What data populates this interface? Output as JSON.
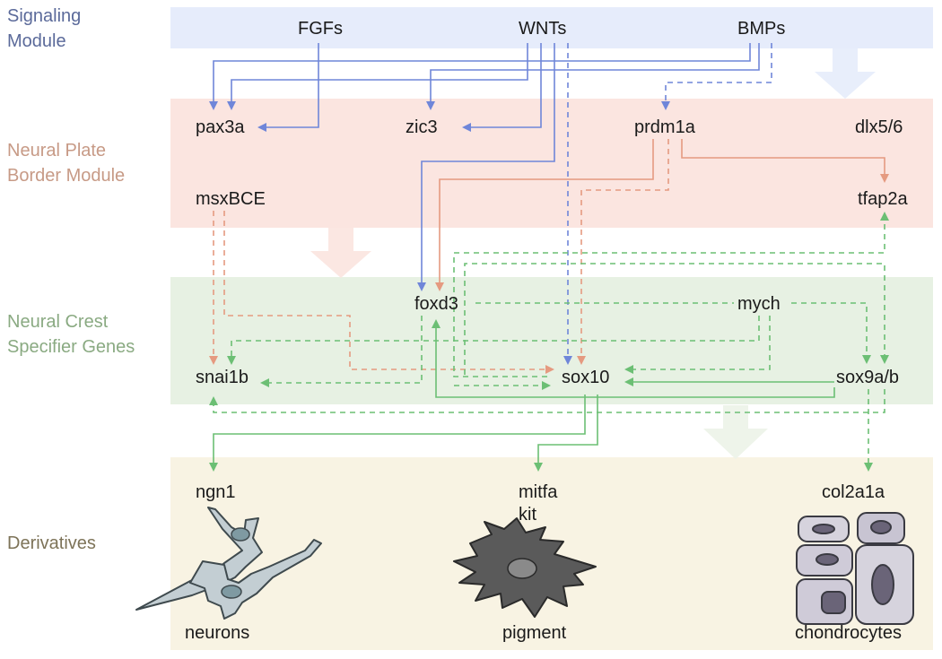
{
  "colors": {
    "signaling_band": "#e6ecfb",
    "border_band": "#fbe5e0",
    "specifier_band": "#e7f1e3",
    "derivatives_band": "#f8f3e3",
    "signaling_text": "#5b6a9a",
    "border_text": "#c79a86",
    "specifier_text": "#8aaa82",
    "derivatives_text": "#7d7358",
    "blue_arrow": "#6f86d9",
    "orange_arrow": "#e59a80",
    "green_arrow": "#6cbf74"
  },
  "modules": {
    "signaling": "Signaling\nModule",
    "border": "Neural Plate\nBorder Module",
    "specifier": "Neural Crest\nSpecifier Genes",
    "derivatives": "Derivatives"
  },
  "genes": {
    "fgfs": "FGFs",
    "wnts": "WNTs",
    "bmps": "BMPs",
    "pax3a": "pax3a",
    "zic3": "zic3",
    "prdm1a": "prdm1a",
    "dlx56": "dlx5/6",
    "msxbce": "msxBCE",
    "tfap2a": "tfap2a",
    "foxd3": "foxd3",
    "mych": "mych",
    "snai1b": "snai1b",
    "sox10": "sox10",
    "sox9ab": "sox9a/b",
    "ngn1": "ngn1",
    "mitfa": "mitfa",
    "kit": "kit",
    "col2a1a": "col2a1a"
  },
  "captions": {
    "neurons": "neurons",
    "pigment": "pigment",
    "chondrocytes": "chondrocytes"
  },
  "icons": [
    "neuron-cell-icon",
    "pigment-cell-icon",
    "chondrocyte-cells-icon"
  ]
}
